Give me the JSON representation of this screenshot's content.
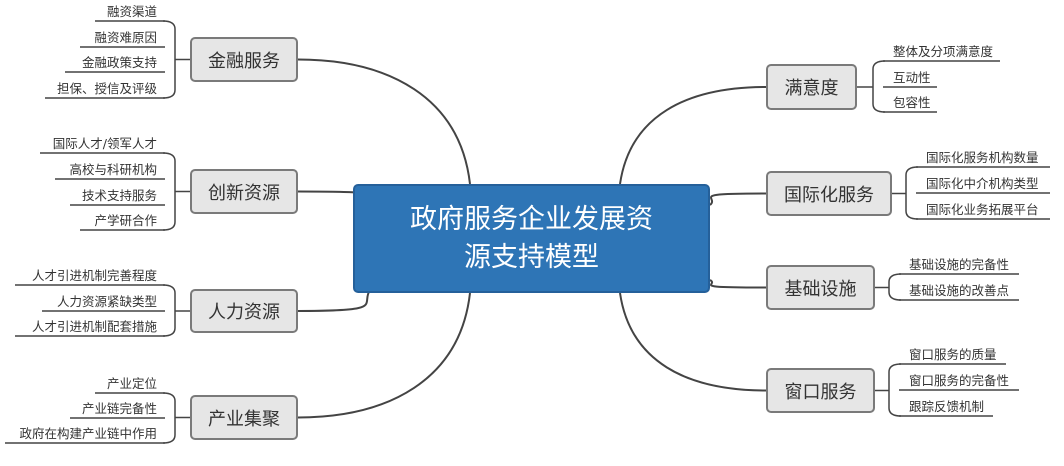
{
  "center": {
    "line1": "政府服务企业发展资",
    "line2": "源支持模型"
  },
  "left_branches": [
    {
      "label": "金融服务",
      "items": [
        "融资渠道",
        "融资难原因",
        "金融政策支持",
        "担保、授信及评级"
      ]
    },
    {
      "label": "创新资源",
      "items": [
        "国际人才/领军人才",
        "高校与科研机构",
        "技术支持服务",
        "产学研合作"
      ]
    },
    {
      "label": "人力资源",
      "items": [
        "人才引进机制完善程度",
        "人力资源紧缺类型",
        "人才引进机制配套措施"
      ]
    },
    {
      "label": "产业集聚",
      "items": [
        "产业定位",
        "产业链完备性",
        "政府在构建产业链中作用"
      ]
    }
  ],
  "right_branches": [
    {
      "label": "满意度",
      "items": [
        "整体及分项满意度",
        "互动性",
        "包容性"
      ]
    },
    {
      "label": "国际化服务",
      "items": [
        "国际化服务机构数量",
        "国际化中介机构类型",
        "国际化业务拓展平台"
      ]
    },
    {
      "label": "基础设施",
      "items": [
        "基础设施的完备性",
        "基础设施的改善点"
      ]
    },
    {
      "label": "窗口服务",
      "items": [
        "窗口服务的质量",
        "窗口服务的完备性",
        "跟踪反馈机制"
      ]
    }
  ],
  "colors": {
    "center_fill": "#2e75b6",
    "node_fill": "#e6e6e6",
    "line": "#444444"
  }
}
